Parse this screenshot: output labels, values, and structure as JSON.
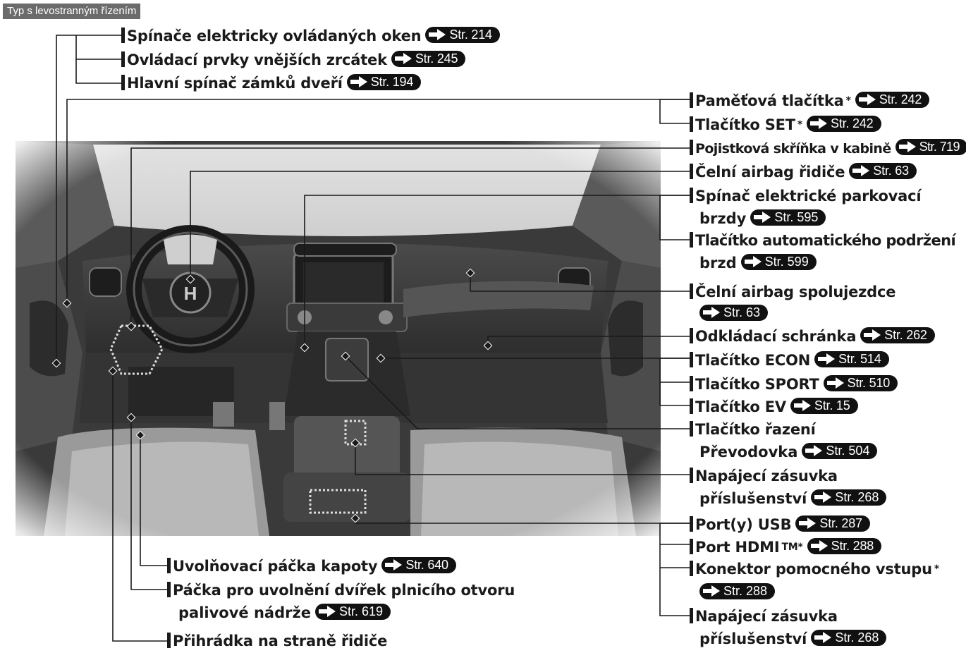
{
  "header": "Typ s levostranným řízením",
  "ref_icon": "arrow-right-icon",
  "colors": {
    "pill": "#111111",
    "header_bg": "#6b6b6b",
    "text": "#1a1a1a"
  },
  "callouts": [
    {
      "label": "Spínače elektricky ovládaných oken",
      "ref": "Str. 214"
    },
    {
      "label": "Ovládací prvky vnějších zrcátek",
      "ref": "Str. 245"
    },
    {
      "label": "Hlavní spínač zámků dveří",
      "ref": "Str. 194"
    },
    {
      "label": "Paměťová tlačítka",
      "star": "*",
      "ref": "Str. 242"
    },
    {
      "label": "Tlačítko SET",
      "star": "*",
      "ref": "Str. 242"
    },
    {
      "label": "Pojistková skříňka v kabině",
      "ref": "Str. 719"
    },
    {
      "label": "Čelní airbag řidiče",
      "ref": "Str. 63"
    },
    {
      "label": "Spínač elektrické parkovací",
      "label2": "brzdy",
      "ref": "Str. 595"
    },
    {
      "label": "Tlačítko automatického podržení",
      "label2": "brzd",
      "ref": "Str. 599"
    },
    {
      "label": "Čelní airbag spolujezdce",
      "ref": "Str. 63"
    },
    {
      "label": "Odkládací schránka",
      "ref": "Str. 262"
    },
    {
      "label": "Tlačítko ECON",
      "ref": "Str. 514"
    },
    {
      "label": "Tlačítko SPORT",
      "ref": "Str. 510"
    },
    {
      "label": "Tlačítko EV",
      "ref": "Str. 15"
    },
    {
      "label": "Tlačítko řazení",
      "label2": "Převodovka",
      "ref": "Str. 504"
    },
    {
      "label": "Napájecí zásuvka",
      "label2": "příslušenství",
      "ref": "Str. 268"
    },
    {
      "label": "Port(y) USB",
      "ref": "Str. 287"
    },
    {
      "label": "Port HDMI",
      "star": "TM*",
      "ref": "Str. 288"
    },
    {
      "label": "Konektor pomocného vstupu",
      "star": "*",
      "ref": "Str. 288"
    },
    {
      "label": "Napájecí zásuvka",
      "label2": "příslušenství",
      "ref": "Str. 268"
    },
    {
      "label": "Uvolňovací páčka kapoty",
      "ref": "Str. 640"
    },
    {
      "label": "Páčka pro uvolnění dvířek plnicího otvoru",
      "label2": "palivové nádrže",
      "ref": "Str. 619"
    },
    {
      "label": "Přihrádka na straně řidiče"
    }
  ]
}
